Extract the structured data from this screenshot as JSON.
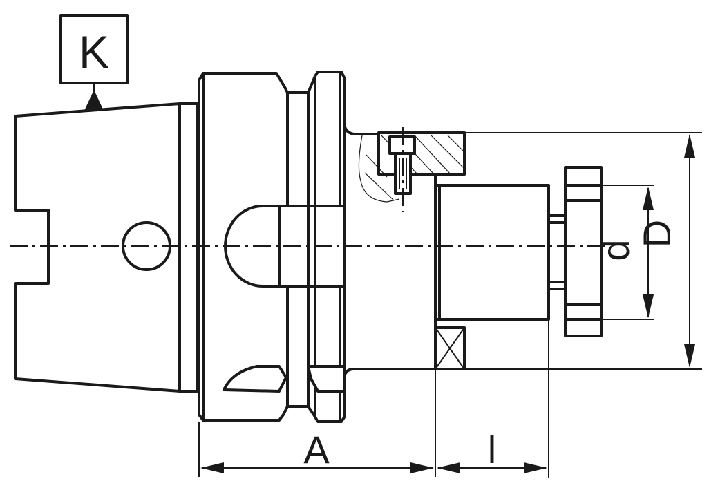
{
  "labels": {
    "taper": "K",
    "length_body": "A",
    "length_clamp": "l",
    "bore_diameter": "d",
    "outer_diameter": "D"
  },
  "colors": {
    "ink": "#1a1a1a",
    "background": "#ffffff"
  }
}
